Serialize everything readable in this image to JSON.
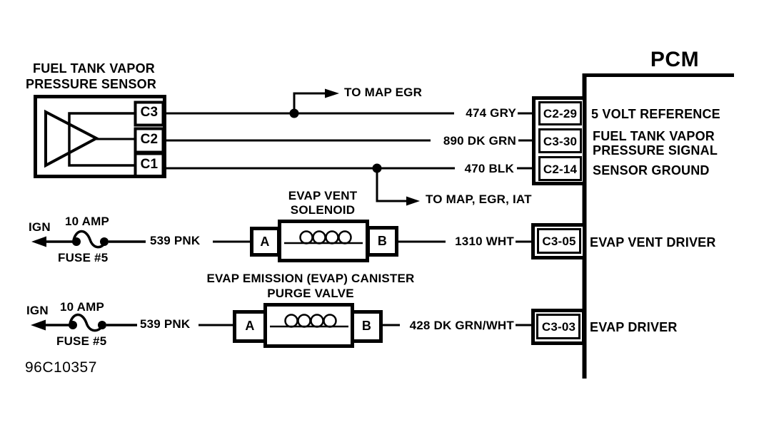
{
  "colors": {
    "ink": "#000000",
    "paper": "#ffffff"
  },
  "doc_id": "96C10357",
  "sensor": {
    "title_line1": "FUEL TANK VAPOR",
    "title_line2": "PRESSURE SENSOR",
    "pins": [
      "C3",
      "C2",
      "C1"
    ]
  },
  "pcm": {
    "title": "PCM",
    "connectors": [
      {
        "pin": "C2-29",
        "label": "5 VOLT REFERENCE"
      },
      {
        "pin": "C3-30",
        "label_line1": "FUEL TANK VAPOR",
        "label_line2": "PRESSURE SIGNAL"
      },
      {
        "pin": "C2-14",
        "label": "SENSOR GROUND"
      },
      {
        "pin": "C3-05",
        "label": "EVAP VENT DRIVER"
      },
      {
        "pin": "C3-03",
        "label": "EVAP DRIVER"
      }
    ]
  },
  "wires": {
    "ref_5v": "474 GRY",
    "signal": "890 DK GRN",
    "ground": "470 BLK",
    "vent_feed": "539 PNK",
    "vent_out": "1310 WHT",
    "purge_feed": "539 PNK",
    "purge_out": "428 DK GRN/WHT"
  },
  "branches": {
    "map_egr": "TO MAP EGR",
    "map_egr_iat": "TO MAP, EGR, IAT"
  },
  "vent_solenoid": {
    "title_line1": "EVAP VENT",
    "title_line2": "SOLENOID",
    "terminal_a": "A",
    "terminal_b": "B"
  },
  "purge_valve": {
    "title_line1": "EVAP EMISSION (EVAP) CANISTER",
    "title_line2": "PURGE VALVE",
    "terminal_a": "A",
    "terminal_b": "B"
  },
  "vent_circuit": {
    "source": "IGN",
    "fuse_rating": "10 AMP",
    "fuse_name": "FUSE #5"
  },
  "purge_circuit": {
    "source": "IGN",
    "fuse_rating": "10 AMP",
    "fuse_name": "FUSE #5"
  }
}
